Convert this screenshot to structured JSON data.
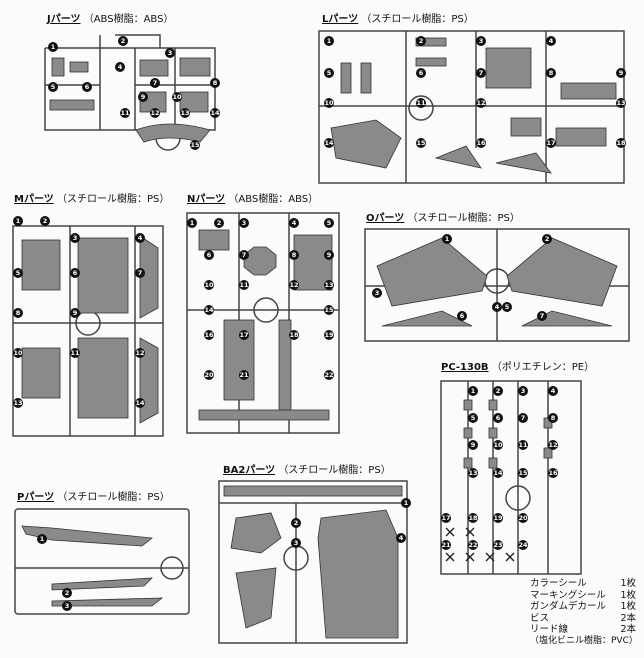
{
  "sections": {
    "J": {
      "code": "Jパーツ",
      "material": "（ABS樹脂：ABS）",
      "nums": [
        "1",
        "2",
        "3",
        "4",
        "5",
        "6",
        "7",
        "8",
        "9",
        "10",
        "11",
        "12",
        "13",
        "14",
        "15"
      ]
    },
    "L": {
      "code": "Lパーツ",
      "material": "（スチロール樹脂：PS）",
      "nums": [
        "1",
        "2",
        "3",
        "4",
        "5",
        "6",
        "7",
        "8",
        "9",
        "10",
        "11",
        "12",
        "13",
        "14",
        "15",
        "16",
        "17",
        "18"
      ]
    },
    "M": {
      "code": "Mパーツ",
      "material": "（スチロール樹脂：PS）",
      "nums": [
        "1",
        "2",
        "3",
        "4",
        "5",
        "6",
        "7",
        "8",
        "9",
        "10",
        "11",
        "12",
        "13",
        "14"
      ]
    },
    "N": {
      "code": "Nパーツ",
      "material": "（ABS樹脂：ABS）",
      "nums": [
        "1",
        "2",
        "3",
        "4",
        "5",
        "6",
        "7",
        "8",
        "9",
        "10",
        "11",
        "12",
        "13",
        "14",
        "15",
        "16",
        "17",
        "18",
        "19",
        "20",
        "21",
        "22"
      ]
    },
    "O": {
      "code": "Oパーツ",
      "material": "（スチロール樹脂：PS）",
      "nums": [
        "1",
        "2",
        "3",
        "4",
        "5",
        "6",
        "7"
      ]
    },
    "PC": {
      "code": "PC-130B",
      "material": "（ポリエチレン：PE）",
      "nums": [
        "1",
        "2",
        "3",
        "4",
        "5",
        "6",
        "7",
        "8",
        "9",
        "10",
        "11",
        "12",
        "13",
        "14",
        "15",
        "16",
        "17",
        "18",
        "19",
        "20",
        "21",
        "22",
        "23",
        "24"
      ]
    },
    "BA2": {
      "code": "BA2パーツ",
      "material": "（スチロール樹脂：PS）",
      "nums": [
        "1",
        "2",
        "3",
        "4"
      ]
    },
    "P": {
      "code": "Pパーツ",
      "material": "（スチロール樹脂：PS）",
      "nums": [
        "1",
        "2",
        "3"
      ]
    }
  },
  "notes": [
    {
      "item": "カラーシール",
      "count": "1枚"
    },
    {
      "item": "マーキングシール",
      "count": "1枚"
    },
    {
      "item": "ガンダムデカール",
      "count": "1枚"
    },
    {
      "item": "ビス",
      "count": "2本"
    },
    {
      "item": "リード線",
      "count": "2本"
    }
  ],
  "notes_footer": "（塩化ビニル樹脂：PVC）"
}
